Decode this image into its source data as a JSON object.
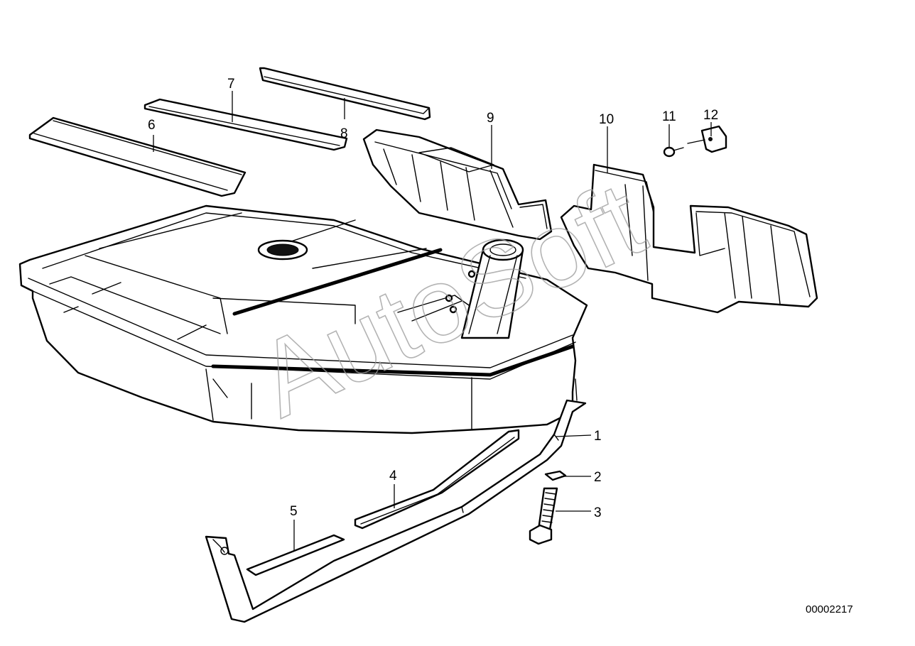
{
  "diagram": {
    "callouts": [
      {
        "id": "1",
        "label": "1"
      },
      {
        "id": "2",
        "label": "2"
      },
      {
        "id": "3",
        "label": "3"
      },
      {
        "id": "4",
        "label": "4"
      },
      {
        "id": "5",
        "label": "5"
      },
      {
        "id": "6",
        "label": "6"
      },
      {
        "id": "7",
        "label": "7"
      },
      {
        "id": "8",
        "label": "8"
      },
      {
        "id": "9",
        "label": "9"
      },
      {
        "id": "10",
        "label": "10"
      },
      {
        "id": "11",
        "label": "11"
      },
      {
        "id": "12",
        "label": "12"
      }
    ],
    "drawing_number": "00002217",
    "watermark": "AutoSoft"
  }
}
